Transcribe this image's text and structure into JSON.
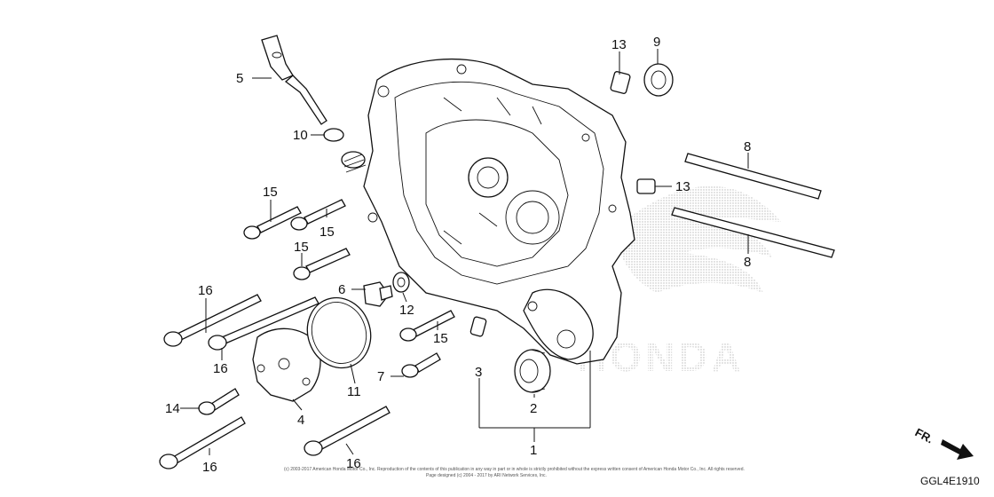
{
  "labels": {
    "l1": "1",
    "l2": "2",
    "l3": "3",
    "l4": "4",
    "l5": "5",
    "l6": "6",
    "l7": "7",
    "l8a": "8",
    "l8b": "8",
    "l9": "9",
    "l10": "10",
    "l11": "11",
    "l12": "12",
    "l13a": "13",
    "l13b": "13",
    "l14": "14",
    "l15a": "15",
    "l15b": "15",
    "l15c": "15",
    "l15d": "15",
    "l16a": "16",
    "l16b": "16",
    "l16c": "16",
    "l16d": "16"
  },
  "watermark": "HONDA",
  "direction": "FR.",
  "diagram_code": "GGL4E1910",
  "copyright_line1": "(c) 2003-2017 American Honda Motor Co., Inc. Reproduction of the contents of this publication in any way in part or in whole is strictly prohibited without the express written consent of American Honda Motor Co., Inc. All rights reserved.",
  "copyright_line2": "Page designed (c) 2004 - 2017 by ARI Network Services, Inc."
}
